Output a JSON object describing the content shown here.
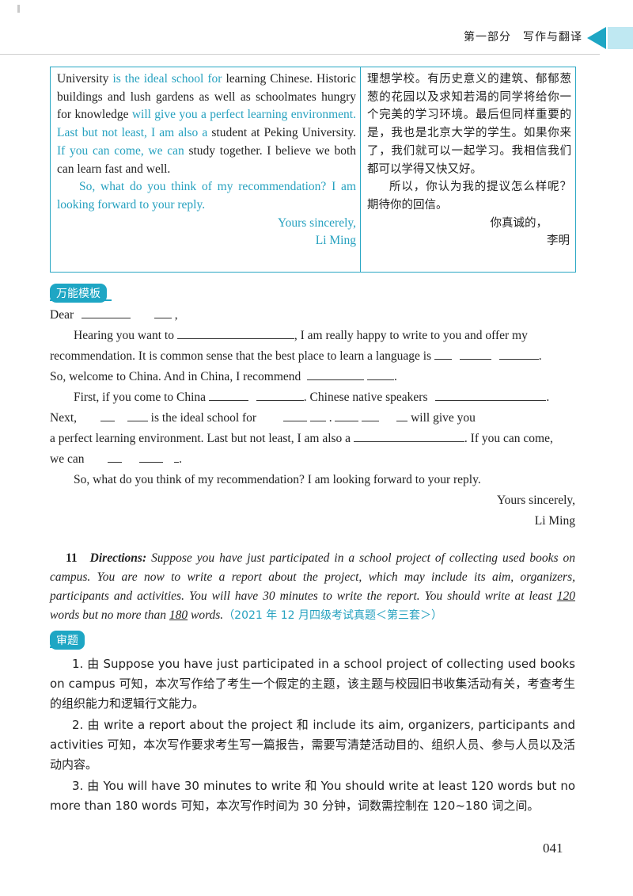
{
  "header": {
    "section_label": "第一部分　写作与翻译"
  },
  "letter": {
    "en": {
      "p1_a": "University ",
      "p1_b": "is the ideal school for",
      "p1_c": " learning Chinese. Historic buildings and lush gardens as well as schoolmates hungry for knowledge ",
      "p1_d": "will give you a perfect learning environment. Last but not least, I am also a",
      "p1_e": " student at Peking University. ",
      "p1_f": "If you can come, we can",
      "p1_g": " study together. I believe we both can learn fast and well.",
      "p2": "So, what do you think of my recommendation? I am looking forward to your reply.",
      "closing": "Yours sincerely,",
      "signature": "Li Ming"
    },
    "zh": {
      "p1": "理想学校。有历史意义的建筑、郁郁葱葱的花园以及求知若渴的同学将给你一个完美的学习环境。最后但同样重要的是，我也是北京大学的学生。如果你来了，我们就可以一起学习。我相信我们都可以学得又快又好。",
      "p2": "所以，你认为我的提议怎么样呢？期待你的回信。",
      "closing": "你真诚的，",
      "signature": "李明"
    }
  },
  "template": {
    "badge": "万能模板",
    "salutation": "Dear",
    "comma": ",",
    "l1_a": "Hearing you want to",
    "l1_b": ", I am really happy to write to you and offer my",
    "l2_a": "recommendation. It is common sense that the best place to learn a language is",
    "l2_b": ".",
    "l3_a": "So, welcome to China. And in China, I recommend",
    "l3_b": ".",
    "l4_a": "First, if you come to China",
    "l4_b": ". Chinese native speakers",
    "l4_c": ".",
    "l5_a": "Next,",
    "l5_b": "is the ideal school for",
    "l5_c": ".",
    "l5_d": "will give you",
    "l6_a": "a perfect learning environment. Last but not least, I am also a",
    "l6_b": ". If you can come,",
    "l7_a": "we can",
    "l7_b": ".",
    "l8": "So, what do you think of my recommendation? I am looking forward to your reply.",
    "closing": "Yours sincerely,",
    "signature": "Li Ming"
  },
  "question": {
    "number": "11",
    "directions_label": "Directions:",
    "text_a": "Suppose you have just participated in a school project of collecting used books on campus. You are now to write a report about the project, which may include its aim, organizers, participants and activities. You will have 30 minutes to write the report. You should write at least ",
    "min_words": "120",
    "text_b": " words but no more than ",
    "max_words": "180",
    "text_c": " words.",
    "source": "（2021 年 12 月四级考试真题＜第三套＞）"
  },
  "analysis": {
    "badge": "审题",
    "p1": "1. 由 Suppose you have just participated in a school project of collecting used books on campus 可知，本次写作给了考生一个假定的主题，该主题与校园旧书收集活动有关，考查考生的组织能力和逻辑行文能力。",
    "p2": "2. 由 write a report about the project 和 include its aim, organizers, participants and activities 可知，本次写作要求考生写一篇报告，需要写清楚活动目的、组织人员、参与人员以及活动内容。",
    "p3": "3. 由 You will have 30 minutes to write 和 You should write at least 120 words but no more than 180 words 可知，本次写作时间为 30 分钟，词数需控制在 120~180 词之间。"
  },
  "page_number": "041",
  "colors": {
    "accent": "#1ea6c4",
    "highlight_text": "#26a1bf"
  }
}
